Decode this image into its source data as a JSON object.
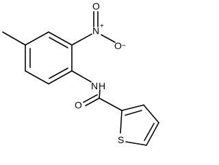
{
  "structure": {
    "atoms": {
      "n_nitro": "N",
      "n_nitro_charge": "+",
      "o_nitro_top": "O",
      "o_nitro_right": "O",
      "o_nitro_right_charge": "−",
      "n_amide": "N",
      "n_amide_h": "H",
      "o_carbonyl": "O",
      "s_thiophene": "S"
    }
  }
}
